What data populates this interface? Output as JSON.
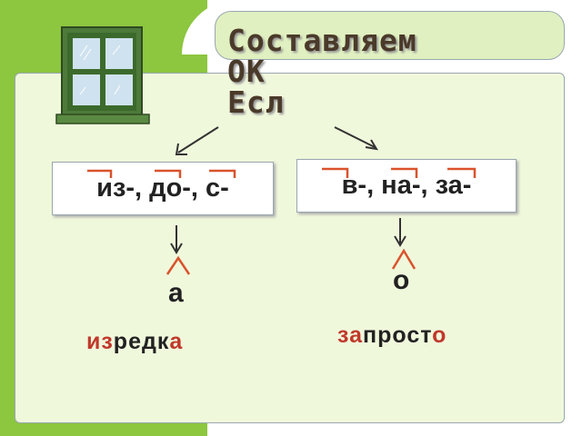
{
  "title": {
    "line1": "Составляем",
    "line2": "ОК",
    "line3": "Есл"
  },
  "left_box": {
    "text": "из-, до-, с-"
  },
  "right_box": {
    "text": "в-, на-, за-"
  },
  "left_vowel": "а",
  "right_vowel": "о",
  "left_example": {
    "prefix": "из",
    "middle": "редк",
    "ending": "а"
  },
  "right_example": {
    "prefix": "за",
    "middle": "прост",
    "ending": "о"
  },
  "icons": [
    "window-icon"
  ],
  "colors": {
    "green": "#8dc63f",
    "panel": "#f0f8dc",
    "accent_red": "#c0392b",
    "mark_orange": "#d9532c"
  }
}
